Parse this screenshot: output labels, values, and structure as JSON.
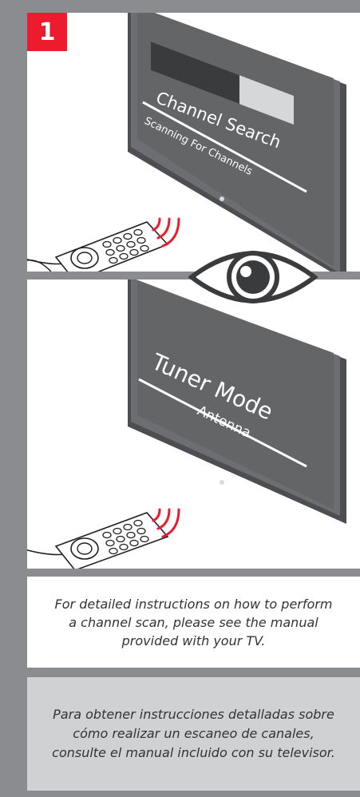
{
  "step": {
    "number": "1"
  },
  "panel_top": {
    "title": "Channel Search",
    "subtitle": "Scanning For Channels",
    "progress_fraction": 0.62
  },
  "panel_bottom": {
    "title": "Tuner Mode",
    "subtitle": "Antenna"
  },
  "icons": {
    "view": "eye-icon",
    "remote": "remote-control-icon",
    "signal": "signal-waves-icon"
  },
  "note_en": {
    "text": "For detailed instructions on how to perform a channel scan, please see the manual provided with your TV."
  },
  "note_es": {
    "text": "Para obtener instrucciones detalladas sobre cómo realizar un escaneo de canales, consulte el manual incluido con su televisor."
  },
  "colors": {
    "accent_red": "#ec1c2e",
    "frame_gray": "#8a8c8f",
    "tv_gray": "#6d6e71",
    "note_bg": "#d0d1d3"
  }
}
